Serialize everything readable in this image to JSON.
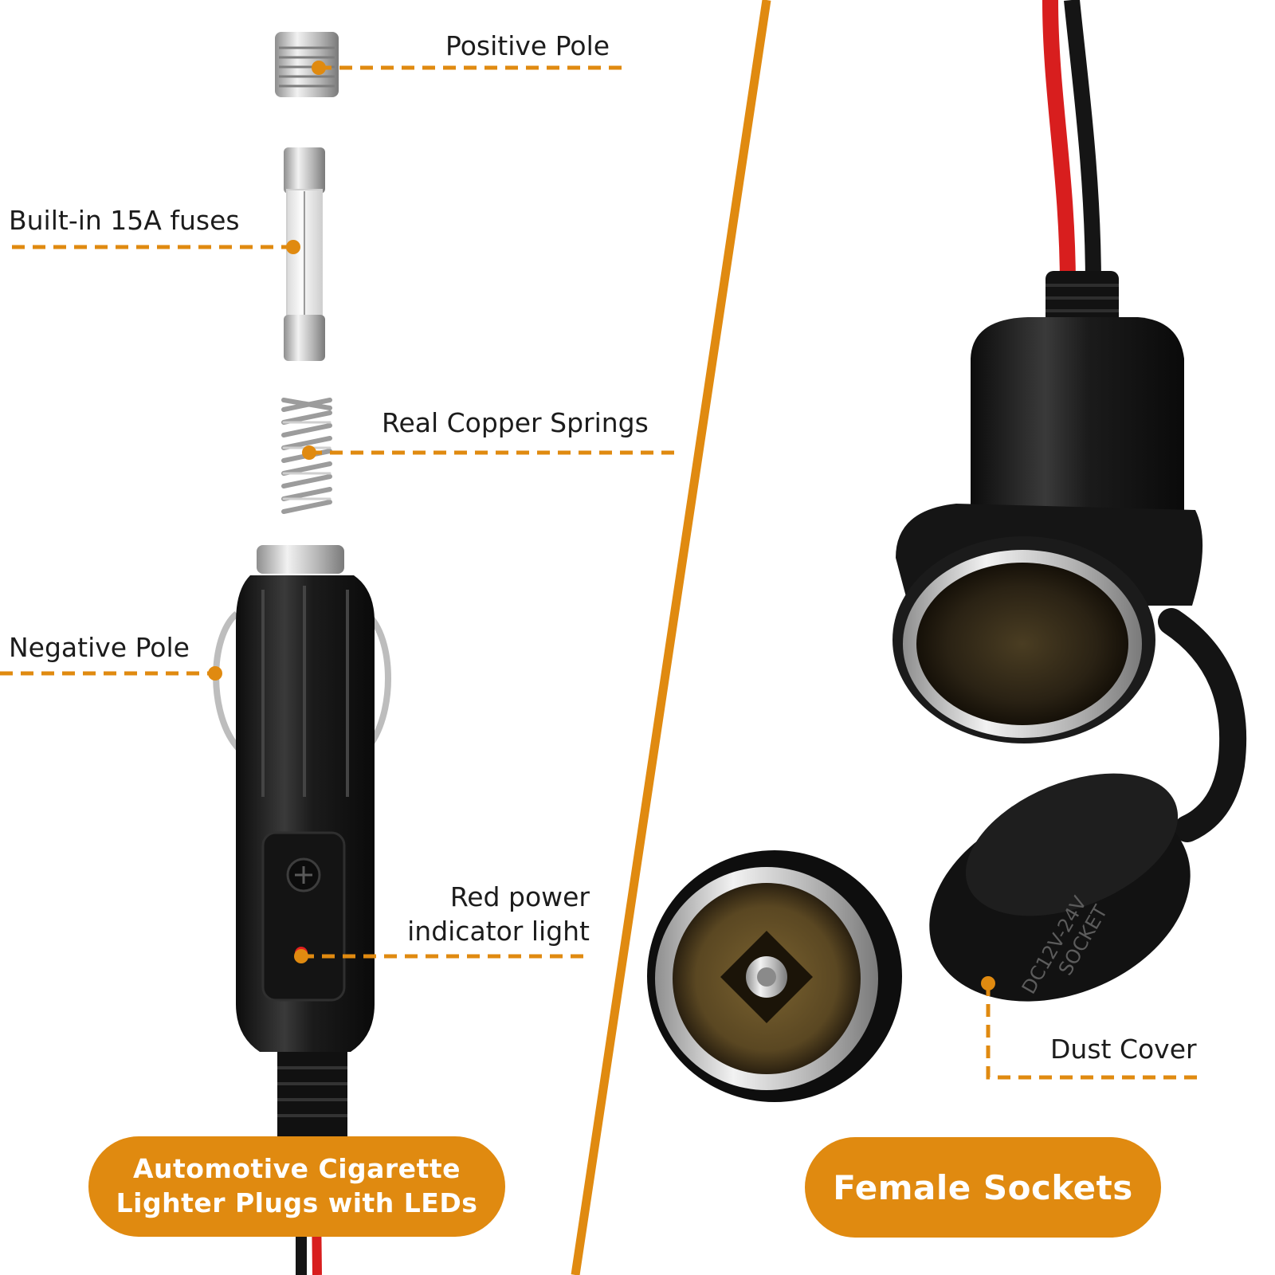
{
  "colors": {
    "accent": "#E08A10",
    "plug_body": "#1a1a1a",
    "wire_red": "#d81e1e",
    "wire_black": "#151515",
    "metal": "#c9c9c9",
    "label_text": "#1c1c1c",
    "pill_text": "#ffffff"
  },
  "callouts": {
    "positive_pole": "Positive Pole",
    "fuses": "Built-in 15A fuses",
    "springs": "Real Copper Springs",
    "negative_pole": "Negative Pole",
    "indicator_line1": "Red power",
    "indicator_line2": "indicator light",
    "dust_cover": "Dust Cover"
  },
  "badges": {
    "plug_line1": "Automotive Cigarette",
    "plug_line2": "Lighter Plugs with LEDs",
    "socket": "Female Sockets"
  },
  "product_text": {
    "cap_line1": "DC12V-24V",
    "cap_line2": "SOCKET"
  },
  "icons": [
    "fuse-cap-icon",
    "glass-fuse-icon",
    "spring-icon",
    "male-plug-icon",
    "female-socket-icon",
    "dust-cover-icon"
  ]
}
